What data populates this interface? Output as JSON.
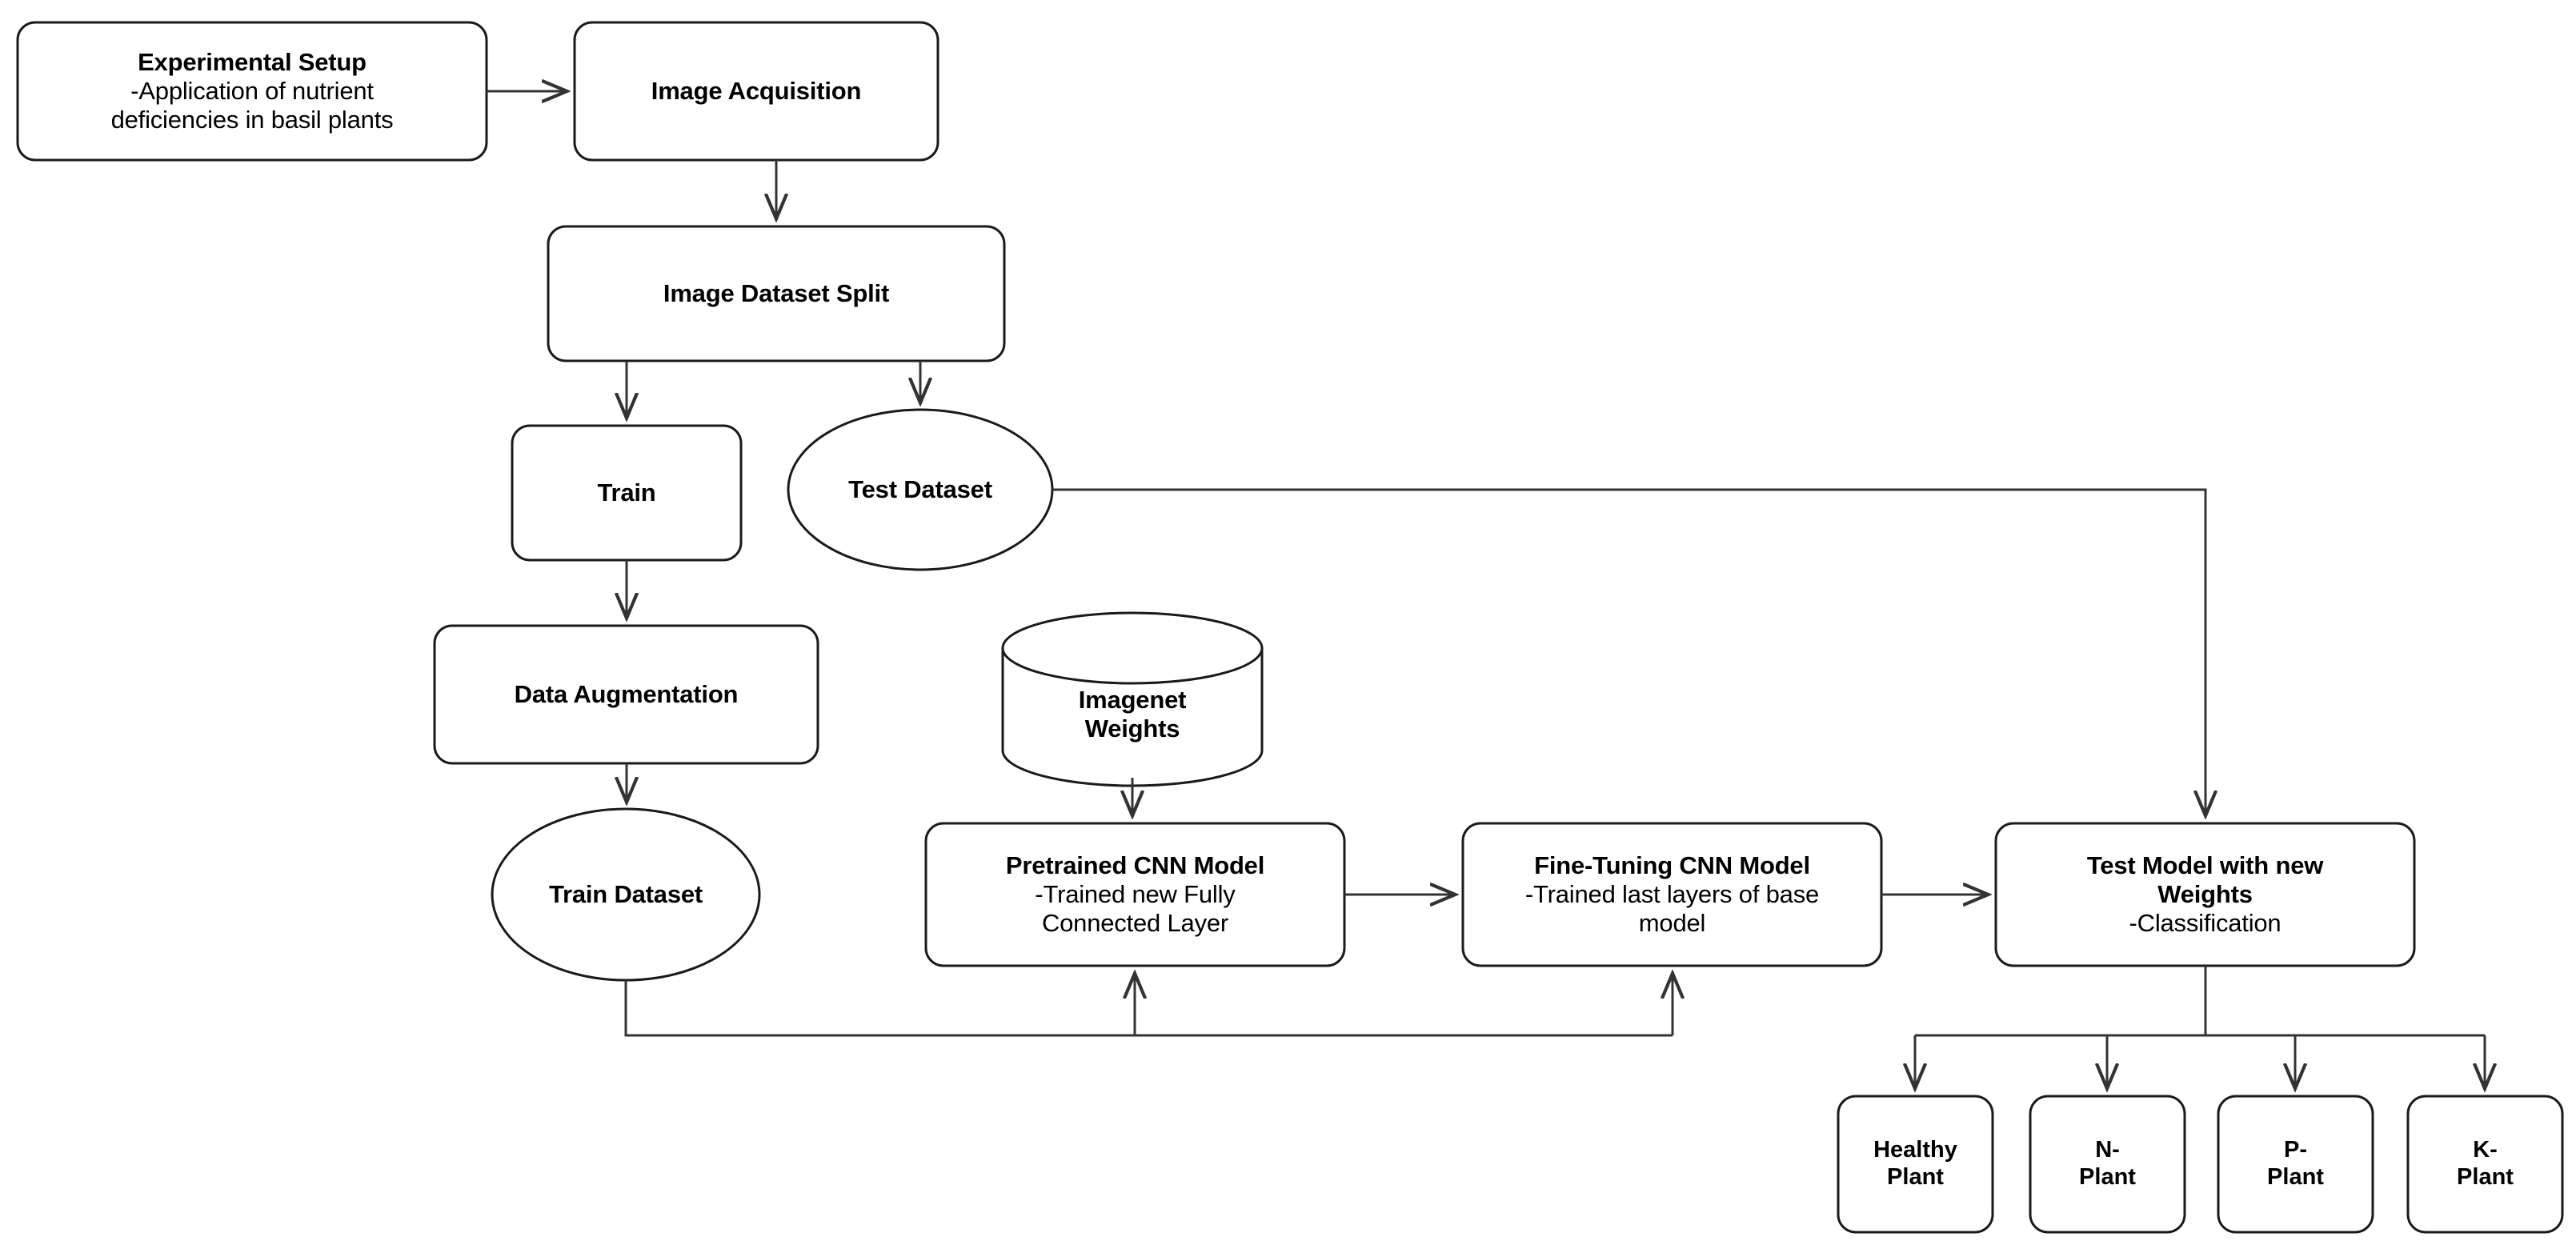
{
  "diagram": {
    "title": "CNN transfer-learning workflow for basil nutrient deficiency classification",
    "colors": {
      "stroke": "#1a1a1a",
      "edge": "#333333",
      "fill": "#ffffff",
      "text": "#000000"
    },
    "nodes": {
      "experimental_setup": {
        "title": "Experimental Setup",
        "line1": "-Application of nutrient",
        "line2": "deficiencies in basil plants",
        "shape": "rounded-rect"
      },
      "image_acquisition": {
        "title": "Image Acquisition",
        "shape": "rounded-rect"
      },
      "image_dataset_split": {
        "title": "Image Dataset Split",
        "shape": "rounded-rect"
      },
      "train": {
        "title": "Train",
        "shape": "rounded-rect"
      },
      "test_dataset": {
        "title": "Test Dataset",
        "shape": "ellipse"
      },
      "data_augmentation": {
        "title": "Data Augmentation",
        "shape": "rounded-rect"
      },
      "train_dataset": {
        "title": "Train Dataset",
        "shape": "ellipse"
      },
      "imagenet_weights": {
        "title_line1": "Imagenet",
        "title_line2": "Weights",
        "shape": "cylinder"
      },
      "pretrained_cnn": {
        "title": "Pretrained CNN Model",
        "line1": "-Trained new Fully",
        "line2": "Connected Layer",
        "shape": "rounded-rect"
      },
      "fine_tuning_cnn": {
        "title": "Fine-Tuning CNN Model",
        "line1": "-Trained last layers of base",
        "line2": "model",
        "shape": "rounded-rect"
      },
      "test_model": {
        "title_line1": "Test Model with new",
        "title_line2": "Weights",
        "line1": "-Classification",
        "shape": "rounded-rect"
      },
      "healthy_plant": {
        "line1": "Healthy",
        "line2": "Plant",
        "shape": "rounded-rect"
      },
      "n_plant": {
        "line1": "N-",
        "line2": "Plant",
        "shape": "rounded-rect"
      },
      "p_plant": {
        "line1": "P-",
        "line2": "Plant",
        "shape": "rounded-rect"
      },
      "k_plant": {
        "line1": "K-",
        "line2": "Plant",
        "shape": "rounded-rect"
      }
    },
    "edges": [
      {
        "from": "experimental_setup",
        "to": "image_acquisition"
      },
      {
        "from": "image_acquisition",
        "to": "image_dataset_split"
      },
      {
        "from": "image_dataset_split",
        "to": "train"
      },
      {
        "from": "image_dataset_split",
        "to": "test_dataset"
      },
      {
        "from": "train",
        "to": "data_augmentation"
      },
      {
        "from": "data_augmentation",
        "to": "train_dataset"
      },
      {
        "from": "train_dataset",
        "to": "pretrained_cnn"
      },
      {
        "from": "train_dataset",
        "to": "fine_tuning_cnn"
      },
      {
        "from": "imagenet_weights",
        "to": "pretrained_cnn"
      },
      {
        "from": "pretrained_cnn",
        "to": "fine_tuning_cnn"
      },
      {
        "from": "fine_tuning_cnn",
        "to": "test_model"
      },
      {
        "from": "test_dataset",
        "to": "test_model"
      },
      {
        "from": "test_model",
        "to": "healthy_plant"
      },
      {
        "from": "test_model",
        "to": "n_plant"
      },
      {
        "from": "test_model",
        "to": "p_plant"
      },
      {
        "from": "test_model",
        "to": "k_plant"
      }
    ]
  }
}
